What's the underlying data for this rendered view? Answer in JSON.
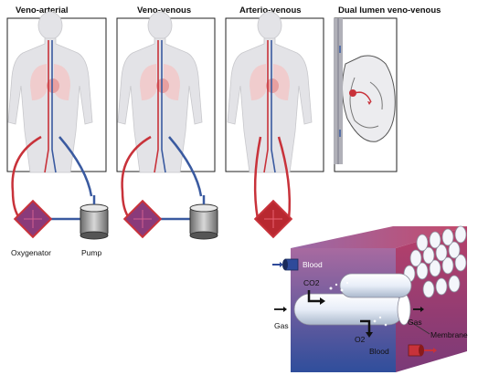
{
  "panels": [
    {
      "title": "Veno-arterial"
    },
    {
      "title": "Veno-venous"
    },
    {
      "title": "Arterio-venous"
    },
    {
      "title": "Dual lumen veno-venous"
    }
  ],
  "devices": {
    "oxygenator_label": "Oxygenator",
    "pump_label": "Pump"
  },
  "membrane_diagram": {
    "blood_in_label": "Blood",
    "co2_label": "CO2",
    "gas_in_label": "Gas",
    "o2_label": "O2",
    "blood_out_label": "Blood",
    "gas_out_label": "Gas",
    "membrane_label": "Membrane"
  },
  "colors": {
    "arterial": "#c8323a",
    "venous": "#3a5aa0",
    "block_front_top": "#a06aa0",
    "block_front_bottom": "#2c4a98"
  }
}
